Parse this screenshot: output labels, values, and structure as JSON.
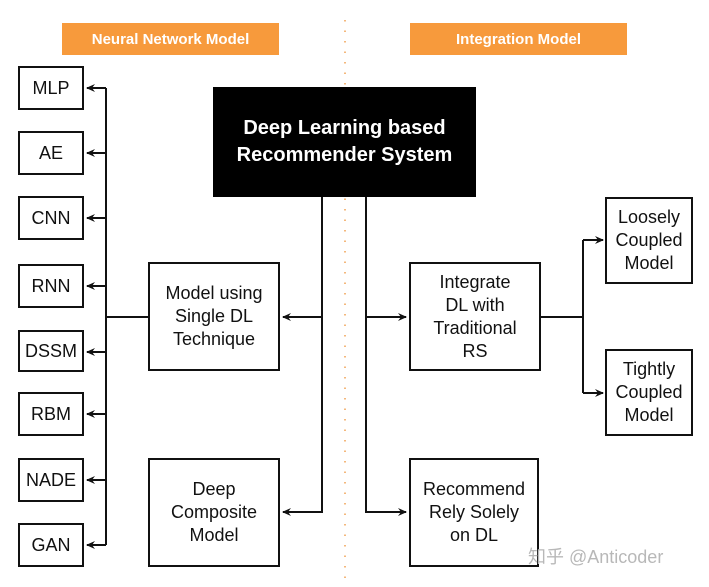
{
  "headers": {
    "left": "Neural Network Model",
    "right": "Integration Model"
  },
  "root": {
    "label": "Deep Learning based\nRecommender System"
  },
  "left_branch": {
    "single": "Model using\nSingle DL\nTechnique",
    "composite": "Deep\nComposite\nModel",
    "techniques": [
      "MLP",
      "AE",
      "CNN",
      "RNN",
      "DSSM",
      "RBM",
      "NADE",
      "GAN"
    ]
  },
  "right_branch": {
    "integrate": "Integrate\nDL with\nTraditional\nRS",
    "solely": "Recommend\nRely Solely\non DL",
    "loosely": "Loosely\nCoupled\nModel",
    "tightly": "Tightly\nCoupled\nModel"
  },
  "watermark": "知乎 @Anticoder",
  "colors": {
    "header_bg": "#f79a3c",
    "divider": "#f0a050",
    "root_bg": "#000000",
    "line": "#111111"
  }
}
